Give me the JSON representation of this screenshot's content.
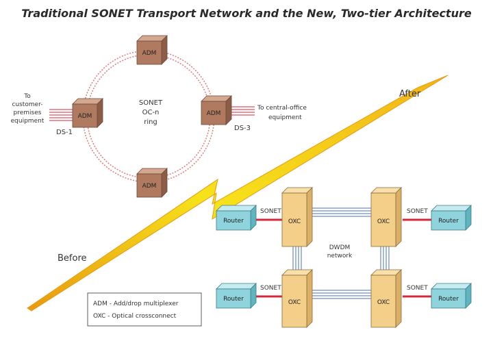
{
  "title": "Traditional SONET Transport Network and the New, Two-tier Architecture",
  "before_label": "Before",
  "after_label": "After",
  "ring": {
    "adm_label": "ADM",
    "center_text": [
      "SONET",
      "OC-n",
      "ring"
    ],
    "left_note": [
      "To",
      "customer-",
      "premises",
      "equipment"
    ],
    "left_signal": "DS-1",
    "right_note": [
      "To central-office",
      "equipment"
    ],
    "right_signal": "DS-3"
  },
  "mesh": {
    "router_label": "Router",
    "oxc_label": "OXC",
    "sonet_label": "SONET",
    "dwdm_text": [
      "DWDM",
      "network"
    ]
  },
  "legend": {
    "adm": "ADM - Add/drop multiplexer",
    "oxc": "OXC - Optical crossconnect"
  },
  "colors": {
    "adm_box": "#b07a60",
    "oxc_box": "#f3cf8a",
    "router_box": "#8fd3dc",
    "sonet_link": "#d8263a",
    "dwdm_link": "#4a6fb8",
    "bolt": "#f2d20a",
    "bolt_edge": "#e79a10",
    "ring": "#e07a7a"
  }
}
